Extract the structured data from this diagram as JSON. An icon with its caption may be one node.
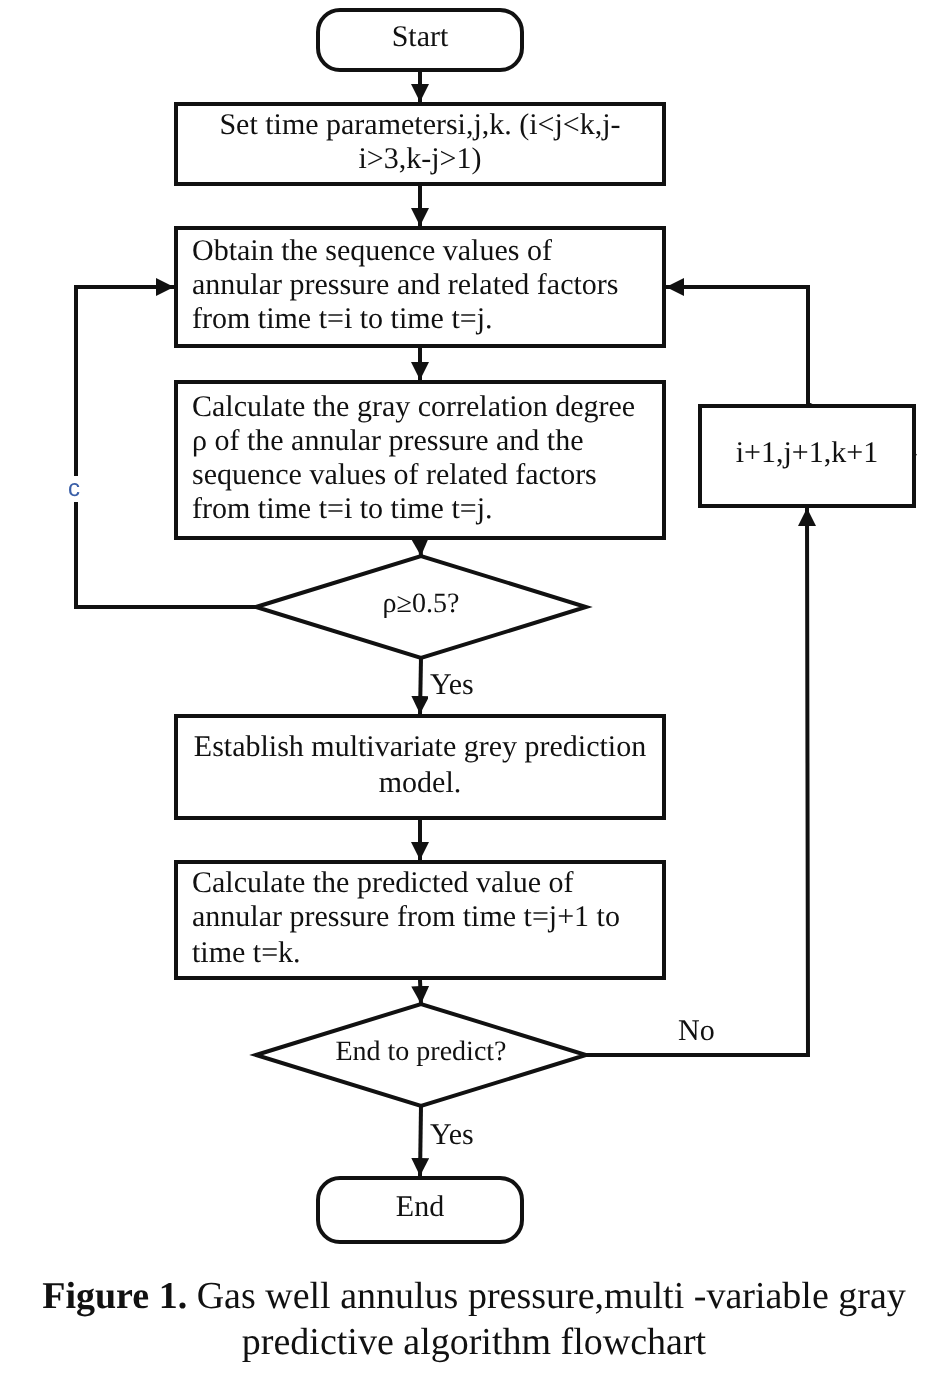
{
  "diagram": {
    "caption": "**Figure 1.** Gas well annulus pressure,multi -variable gray predictive algorithm flowchart",
    "nodes": [
      {
        "text": [
          "Start"
        ]
      },
      {
        "text": [
          "Set time parametersi,j,k. (i<j<k,j-i>3,k-j>1)"
        ]
      },
      {
        "text": [
          "Obtain the sequence values of annular pressure and related factors from time t=i to time t=j."
        ]
      },
      {
        "text": [
          "Calculate the gray correlation degree ρ of the annular pressure and the sequence values of related factors from time t=i to time t=j."
        ]
      },
      {
        "text": [
          "ρ≥0.5?"
        ]
      },
      {
        "text": [
          "Establish multivariate grey prediction model."
        ]
      },
      {
        "text": [
          "Calculate the predicted value of annular pressure from time t=j+1 to time t=k."
        ]
      },
      {
        "text": [
          "End to predict?"
        ]
      },
      {
        "text": [
          "End"
        ]
      },
      {
        "text": [
          "i+1,j+1,k+1"
        ]
      }
    ],
    "edges": [
      {
        "from": 0,
        "to": 1,
        "arrow": "to"
      },
      {
        "from": 1,
        "to": 2,
        "arrow": "to"
      },
      {
        "from": 2,
        "to": 3,
        "arrow": "to"
      },
      {
        "from": 3,
        "to": 4,
        "arrow": "to"
      },
      {
        "from": 4,
        "to": 2,
        "arrow": "to",
        "label": "c"
      },
      {
        "from": 4,
        "to": 5,
        "arrow": "to",
        "label": "Yes"
      },
      {
        "from": 5,
        "to": 6,
        "arrow": "to"
      },
      {
        "from": 6,
        "to": 7,
        "arrow": "to"
      },
      {
        "from": 7,
        "to": 8,
        "arrow": "to",
        "label": "Yes"
      },
      {
        "from": 7,
        "to": 9,
        "arrow": "to",
        "label": "No"
      },
      {
        "from": 9,
        "to": 2,
        "arrow": "to"
      }
    ]
  }
}
